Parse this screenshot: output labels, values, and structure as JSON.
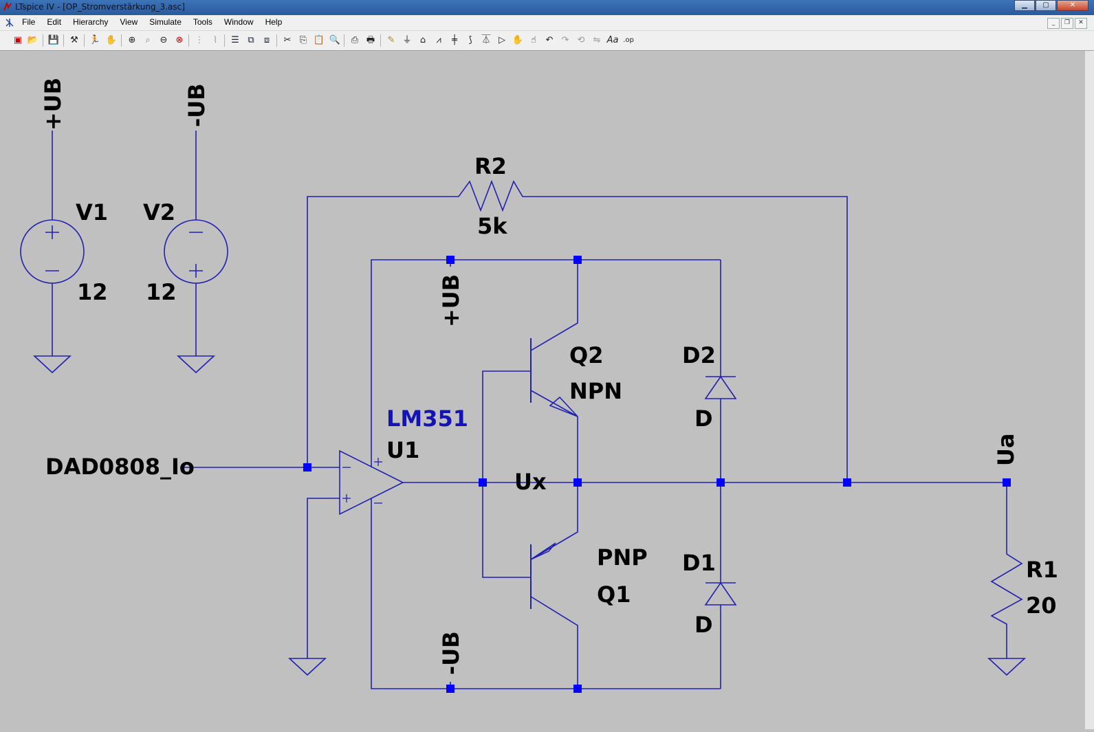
{
  "window": {
    "title": "LTspice IV - [OP_Stromverstärkung_3.asc]",
    "controls": [
      "minimize",
      "maximize",
      "close"
    ]
  },
  "menubar": {
    "items": [
      "File",
      "Edit",
      "Hierarchy",
      "View",
      "Simulate",
      "Tools",
      "Window",
      "Help"
    ]
  },
  "toolbar": {
    "icons": [
      "new-schematic-icon",
      "open-icon",
      "save-icon",
      "control-panel-icon",
      "run-icon",
      "halt-icon",
      "zoom-in-icon",
      "zoom-pan-icon",
      "zoom-out-icon",
      "zoom-fit-icon",
      "autorange-icon",
      "waveform-icon",
      "tile-horizontal-icon",
      "tile-vertical-icon",
      "cascade-icon",
      "cut-icon",
      "copy-icon",
      "paste-icon",
      "find-icon",
      "print-preview-icon",
      "print-icon",
      "wire-icon",
      "ground-icon",
      "label-net-icon",
      "resistor-icon",
      "capacitor-icon",
      "inductor-icon",
      "diode-icon",
      "component-icon",
      "move-icon",
      "drag-icon",
      "undo-icon",
      "redo-icon",
      "rotate-icon",
      "mirror-icon",
      "text-icon",
      "spice-directive-icon"
    ]
  },
  "schematic": {
    "labels": {
      "v1_net": "+UB",
      "v2_net": "-UB",
      "v1_name": "V1",
      "v1_value": "12",
      "v2_name": "V2",
      "v2_value": "12",
      "r2_name": "R2",
      "r2_value": "5k",
      "upper_net": "+UB",
      "lower_net": "-UB",
      "opamp_model": "LM351",
      "opamp_name": "U1",
      "input_net": "DAD0808_Io",
      "node_ux": "Ux",
      "q2_name": "Q2",
      "q2_type": "NPN",
      "q1_type": "PNP",
      "q1_name": "Q1",
      "d2_name": "D2",
      "d2_model": "D",
      "d1_name": "D1",
      "d1_model": "D",
      "output_net": "Ua",
      "r1_name": "R1",
      "r1_value": "20",
      "opamp_plus_top": "+",
      "opamp_minus_bottom": "−",
      "opamp_in_minus": "−",
      "opamp_in_plus": "+"
    },
    "colors": {
      "wire": "#2020b0",
      "junction": "#0000ff",
      "text": "#000000",
      "opamp_model_text": "#1414b4",
      "background": "#c0c0c0"
    }
  }
}
